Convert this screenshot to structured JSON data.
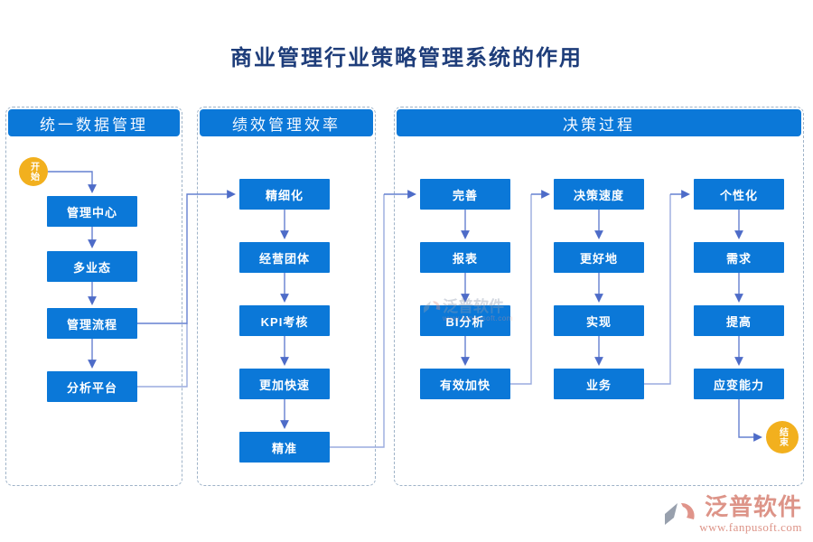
{
  "title": "商业管理行业策略管理系统的作用",
  "sections": [
    {
      "label": "统一数据管理"
    },
    {
      "label": "绩效管理效率"
    },
    {
      "label": "决策过程"
    }
  ],
  "terminals": {
    "start": "开始",
    "end": "结束"
  },
  "columns": [
    {
      "nodes": [
        "管理中心",
        "多业态",
        "管理流程",
        "分析平台"
      ]
    },
    {
      "nodes": [
        "精细化",
        "经营团体",
        "KPI考核",
        "更加快速",
        "精准"
      ]
    },
    {
      "nodes": [
        "完善",
        "报表",
        "BI分析",
        "有效加快"
      ]
    },
    {
      "nodes": [
        "决策速度",
        "更好地",
        "实现",
        "业务"
      ]
    },
    {
      "nodes": [
        "个性化",
        "需求",
        "提高",
        "应变能力"
      ]
    }
  ],
  "watermark": {
    "brand": "泛普软件",
    "url": "www.fanpusoft.com"
  },
  "footer": {
    "brand": "泛普软件",
    "url": "www.fanpusoft.com"
  },
  "colors": {
    "node_blue": "#0b78d8",
    "connector": "#6580d0",
    "terminal_yellow": "#f2b01e",
    "title_navy": "#1e3d7a",
    "brand_salmon": "#dd9488",
    "dashed_border": "#9fb3c8"
  }
}
